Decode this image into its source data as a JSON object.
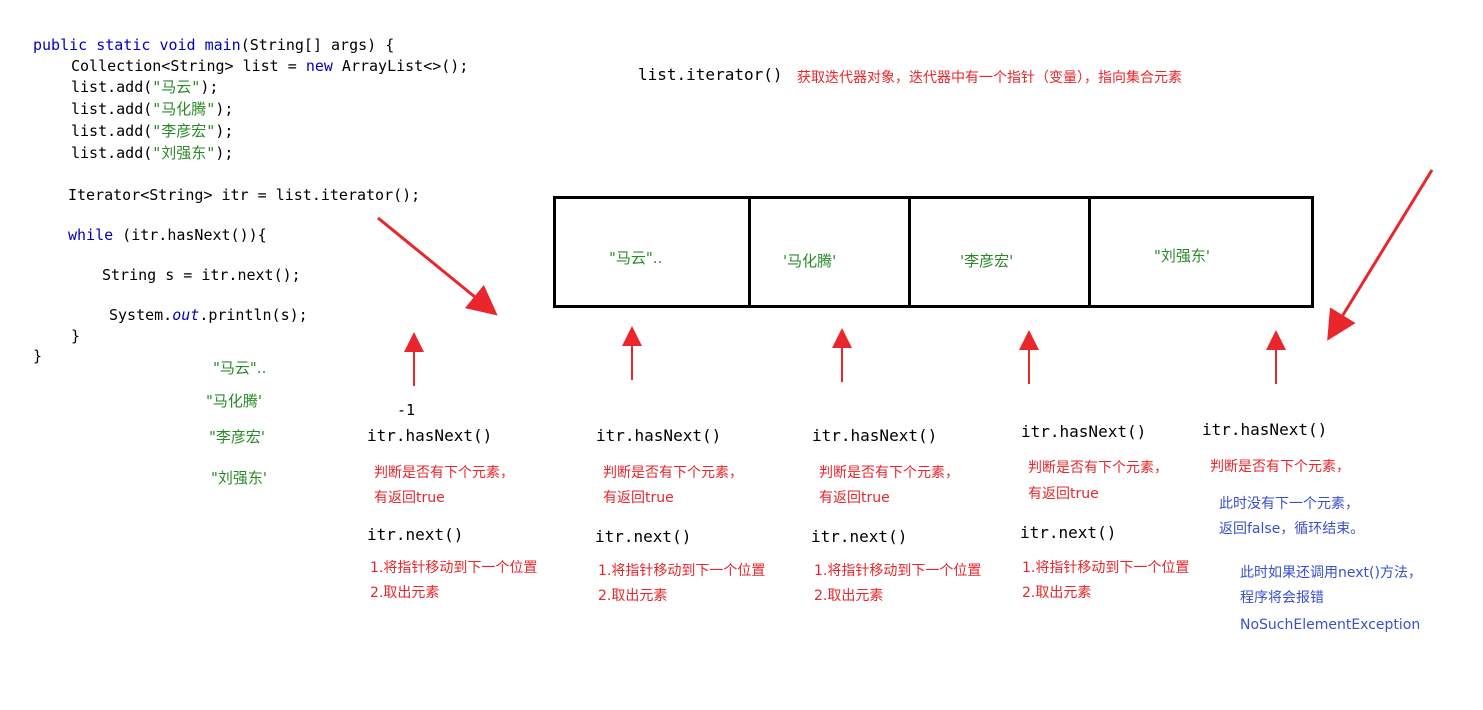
{
  "code": {
    "line1_kw1": "public",
    "line1_kw2": "static",
    "line1_kw3": "void",
    "line1_kw4": "main",
    "line1_rest": "(String[] args) {",
    "line2_a": "Collection<String> list = ",
    "line2_kw": "new",
    "line2_b": " ArrayList<>();",
    "add_prefix": "list.add(",
    "add_suffix": ");",
    "adds": [
      "\"马云\"",
      "\"马化腾\"",
      "\"李彦宏\"",
      "\"刘强东\""
    ],
    "iterator_line": "Iterator<String> itr = list.iterator();",
    "while_kw": "while",
    "while_rest": " (itr.hasNext()){",
    "next_line": "String s = itr.next();",
    "println_a": "System.",
    "println_out": "out",
    "println_b": ".println(s);",
    "close_inner": "}",
    "close_outer": "}"
  },
  "output": [
    "\"马云\"..",
    "\"马化腾'",
    "\"李彦宏'",
    "\"刘强东'"
  ],
  "header": {
    "call": "list.iterator()",
    "desc": "获取迭代器对象，迭代器中有一个指针（变量），指向集合元素"
  },
  "cells": [
    "\"马云\"..",
    "'马化腾'",
    "'李彦宏'",
    "\"刘强东'"
  ],
  "index_label": "-1",
  "steps": [
    {
      "has": "itr.hasNext()",
      "judge": "判断是否有下个元素，",
      "ret": "有返回true",
      "next": "itr.next()",
      "s1": "1.将指针移动到下一个位置",
      "s2": "2.取出元素"
    },
    {
      "has": "itr.hasNext()",
      "judge": "判断是否有下个元素，",
      "ret": "有返回true",
      "next": "itr.next()",
      "s1": "1.将指针移动到下一个位置",
      "s2": "2.取出元素"
    },
    {
      "has": "itr.hasNext()",
      "judge": "判断是否有下个元素，",
      "ret": "有返回true",
      "next": "itr.next()",
      "s1": "1.将指针移动到下一个位置",
      "s2": "2.取出元素"
    },
    {
      "has": "itr.hasNext()",
      "judge": "判断是否有下个元素，",
      "ret": "有返回true",
      "next": "itr.next()",
      "s1": "1.将指针移动到下一个位置",
      "s2": "2.取出元素"
    }
  ],
  "last_step": {
    "has": "itr.hasNext()",
    "judge": "判断是否有下个元素，",
    "no_next": "此时没有下一个元素，",
    "ret_false": "返回false，循环结束。",
    "warn1": "此时如果还调用next()方法，",
    "warn2": "程序将会报错",
    "exception": "NoSuchElementException"
  },
  "colors": {
    "arrow": "#e8262b",
    "keyword": "#0000c0",
    "string": "#2a8a2a",
    "note_red": "#e8262b",
    "note_blue": "#3a4fcf"
  }
}
